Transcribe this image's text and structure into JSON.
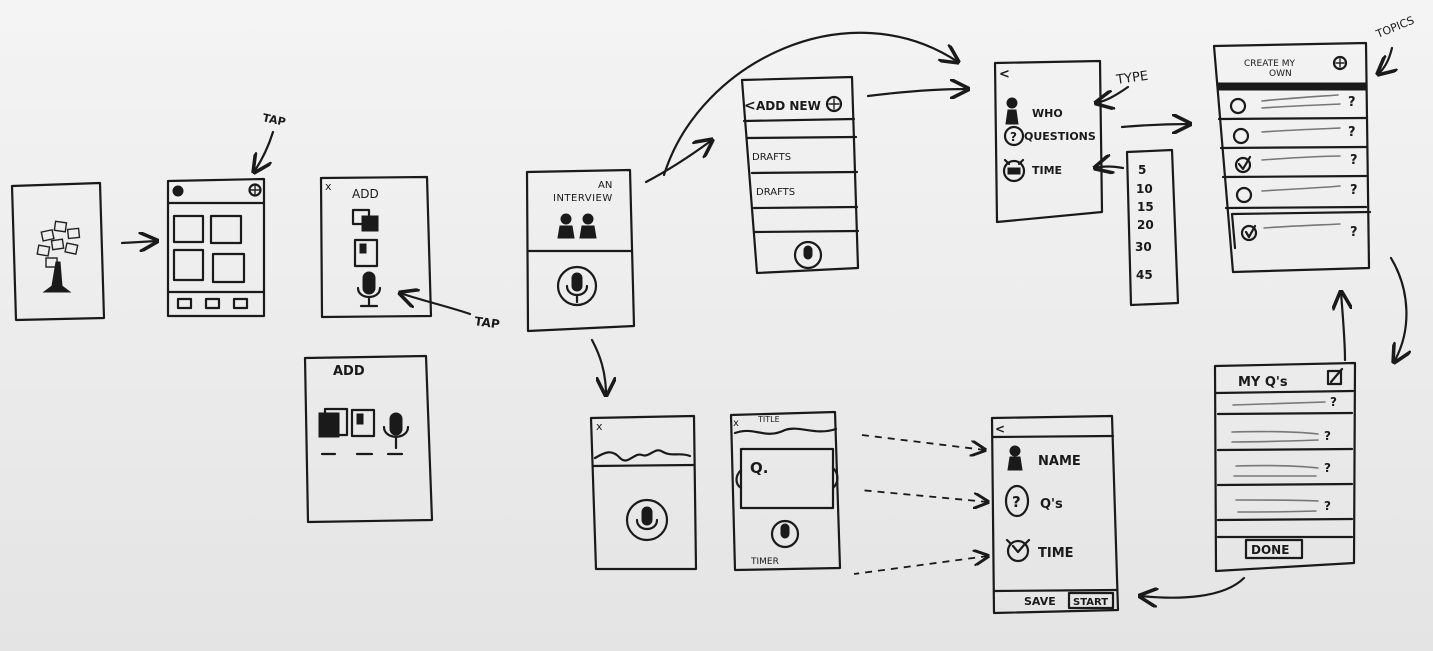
{
  "labels": {
    "tap_top": "TAP",
    "tap_side": "TAP",
    "add_panel": "ADD",
    "add_large": "ADD",
    "interview_line1": "AN",
    "interview_line2": "INTERVIEW",
    "add_new": "ADD NEW",
    "drafts_1": "DRAFTS",
    "drafts_2": "DRAFTS",
    "type_note": "TYPE",
    "who": "WHO",
    "questions": "QUESTIONS",
    "time": "TIME",
    "topics_note": "TOPICS",
    "create_own_line1": "CREATE MY",
    "create_own_line2": "OWN",
    "my_qs": "MY Q's",
    "done": "DONE",
    "name": "NAME",
    "qs": "Q's",
    "time2": "TIME",
    "save": "SAVE",
    "start": "START",
    "title": "TITLE",
    "q_box": "Q.",
    "timer": "TIMER",
    "close_x": "x",
    "back": "<",
    "q_mark": "?"
  },
  "time_options": [
    "5",
    "10",
    "15",
    "20",
    "30",
    "45"
  ]
}
